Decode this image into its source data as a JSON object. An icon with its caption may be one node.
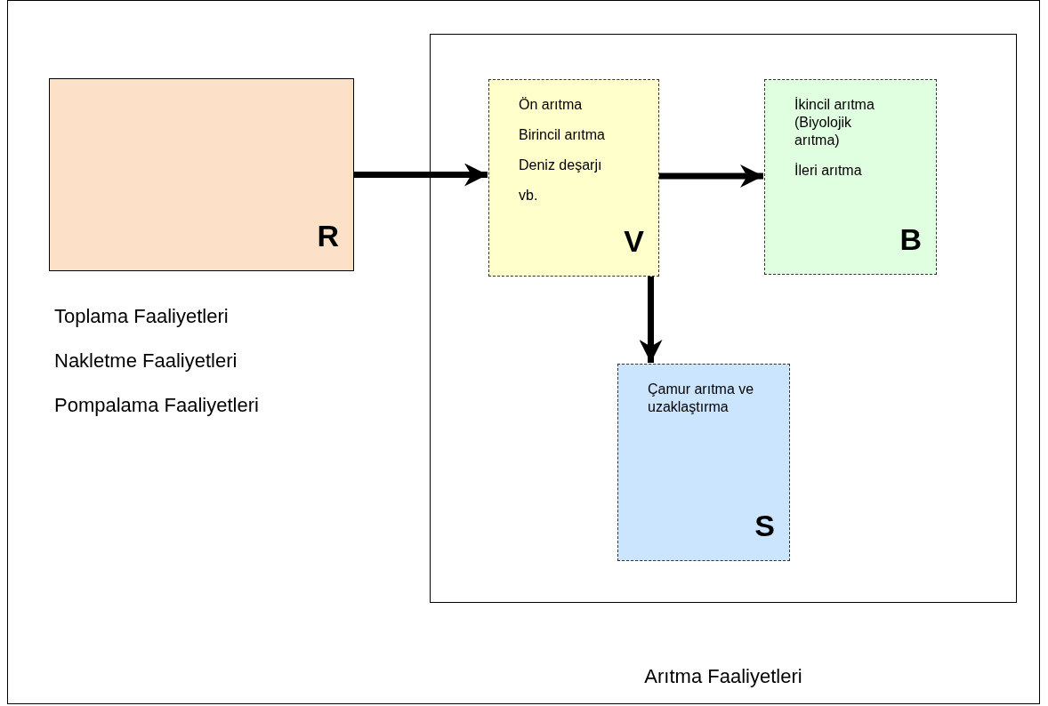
{
  "diagram": {
    "nodes": [
      {
        "text": [
          "R"
        ],
        "beside": [
          "Toplama Faaliyetleri",
          "Nakletme Faaliyetleri",
          "Pompalama Faaliyetleri"
        ]
      },
      {
        "text": [],
        "shape": "box",
        "beside": [
          "Arıtma Faaliyetleri"
        ]
      },
      {
        "text": [
          "Ön arıtma",
          "Birincil arıtma",
          "Deniz deşarjı",
          "vb.",
          "V"
        ],
        "in": 1
      },
      {
        "text": [
          "İkincil arıtma (Biyolojik arıtma)",
          "İleri arıtma",
          "B"
        ],
        "in": 1
      },
      {
        "text": [
          "Çamur arıtma ve uzaklaştırma",
          "S"
        ],
        "in": 1
      }
    ],
    "edges": [
      {
        "from": 0,
        "to": 2,
        "arrow": "to"
      },
      {
        "from": 2,
        "to": 3,
        "arrow": "to"
      },
      {
        "from": 2,
        "to": 4,
        "arrow": "to"
      }
    ]
  }
}
